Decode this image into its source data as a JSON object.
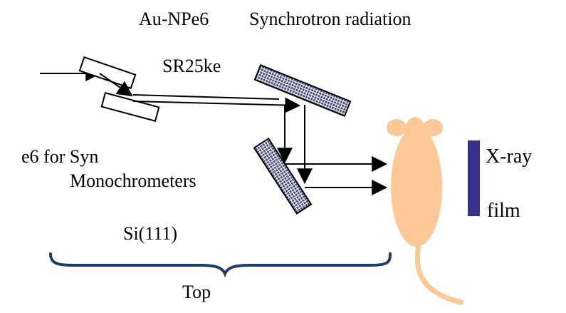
{
  "labels": {
    "source": "Au-NPe6",
    "radiation": "Synchrotron radiation",
    "energy": "SR25ke",
    "purpose": "e6 for Syn",
    "monochromators": "Monochrometers",
    "crystal": "Si(111)",
    "position": "Top",
    "detector_line1": "X-ray",
    "detector_line2": "film"
  },
  "colors": {
    "line": "#000000",
    "mirror_fill": "#4a4f7a",
    "mouse": "#fcc896",
    "film": "#33338f",
    "brace": "#1f3a6b"
  },
  "icons": {
    "subject": "mouse-icon",
    "detector": "film-icon"
  }
}
